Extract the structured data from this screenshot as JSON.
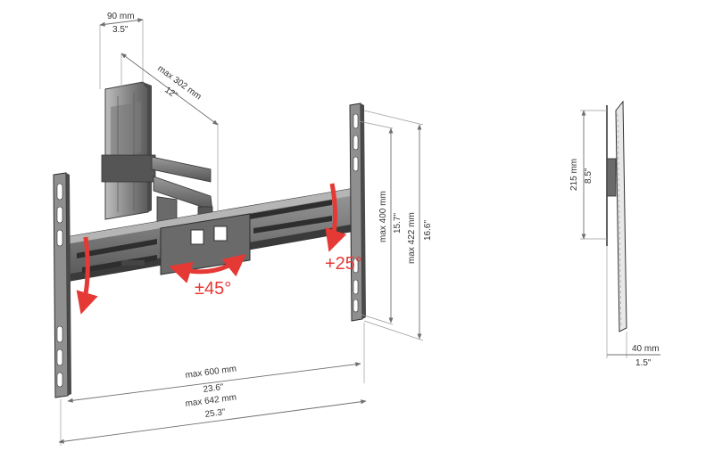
{
  "dimensions": {
    "wall_width": {
      "mm": "90 mm",
      "inch": "3.5\""
    },
    "extension": {
      "mm": "max 302 mm",
      "inch": "12\""
    },
    "vertical_inner": {
      "mm": "max 400 mm",
      "inch": "15.7\""
    },
    "vertical_outer": {
      "mm": "max 422 mm",
      "inch": "16.6\""
    },
    "horizontal_inner": {
      "mm": "max 600 mm",
      "inch": "23.6\""
    },
    "horizontal_outer": {
      "mm": "max 642 mm",
      "inch": "25.3\""
    },
    "side_height": {
      "mm": "215 mm",
      "inch": "8.5\""
    },
    "side_depth": {
      "mm": "40 mm",
      "inch": "1.5\""
    }
  },
  "adjustments": {
    "swivel": "±45°",
    "tilt": "+25°"
  },
  "colors": {
    "accent": "#e53935",
    "metal": "#6b6b6b",
    "metal_dark": "#3e3e3e",
    "metal_light": "#a8a8a8"
  }
}
